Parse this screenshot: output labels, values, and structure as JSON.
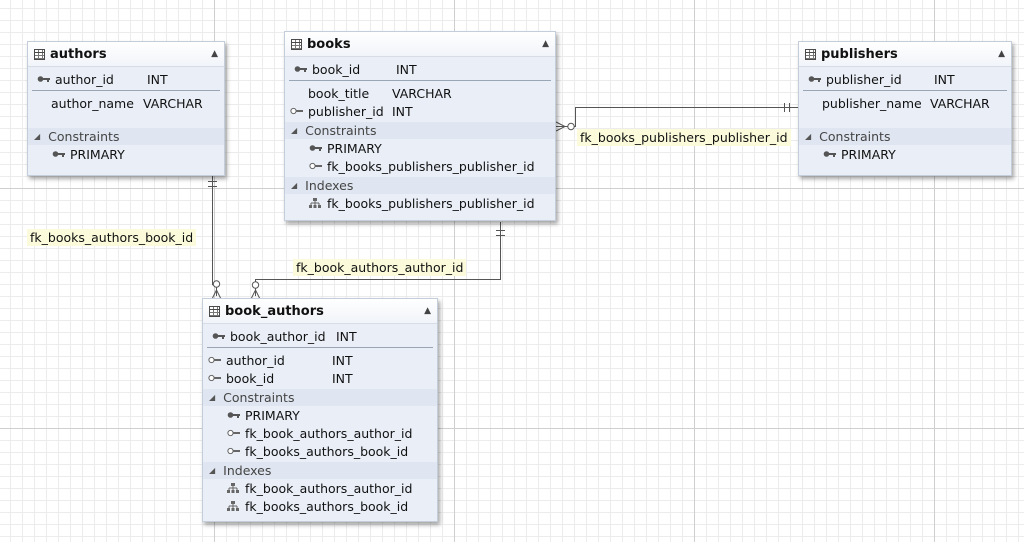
{
  "tables": {
    "authors": {
      "name": "authors",
      "pk": {
        "name": "author_id",
        "type": "INT"
      },
      "columns": [
        {
          "name": "author_name",
          "type": "VARCHAR"
        }
      ],
      "constraints_label": "Constraints",
      "constraints": [
        "PRIMARY"
      ]
    },
    "books": {
      "name": "books",
      "pk": {
        "name": "book_id",
        "type": "INT"
      },
      "columns": [
        {
          "name": "book_title",
          "type": "VARCHAR"
        },
        {
          "name": "publisher_id",
          "type": "INT"
        }
      ],
      "constraints_label": "Constraints",
      "constraints": [
        "PRIMARY",
        "fk_books_publishers_publisher_id"
      ],
      "indexes_label": "Indexes",
      "indexes": [
        "fk_books_publishers_publisher_id"
      ]
    },
    "publishers": {
      "name": "publishers",
      "pk": {
        "name": "publisher_id",
        "type": "INT"
      },
      "columns": [
        {
          "name": "publisher_name",
          "type": "VARCHAR"
        }
      ],
      "constraints_label": "Constraints",
      "constraints": [
        "PRIMARY"
      ]
    },
    "book_authors": {
      "name": "book_authors",
      "pk": {
        "name": "book_author_id",
        "type": "INT"
      },
      "columns": [
        {
          "name": "author_id",
          "type": "INT"
        },
        {
          "name": "book_id",
          "type": "INT"
        }
      ],
      "constraints_label": "Constraints",
      "constraints": [
        "PRIMARY",
        "fk_book_authors_author_id",
        "fk_books_authors_book_id"
      ],
      "indexes_label": "Indexes",
      "indexes": [
        "fk_book_authors_author_id",
        "fk_books_authors_book_id"
      ]
    }
  },
  "relationships": {
    "books_publishers": "fk_books_publishers_publisher_id",
    "books_authors_book": "fk_books_authors_book_id",
    "book_authors_author": "fk_book_authors_author_id"
  },
  "icons": {
    "table": "table-icon",
    "primary_key": "primary-key-icon",
    "foreign_key": "foreign-key-icon",
    "index": "index-icon",
    "collapse": "collapse-arrow-icon"
  }
}
